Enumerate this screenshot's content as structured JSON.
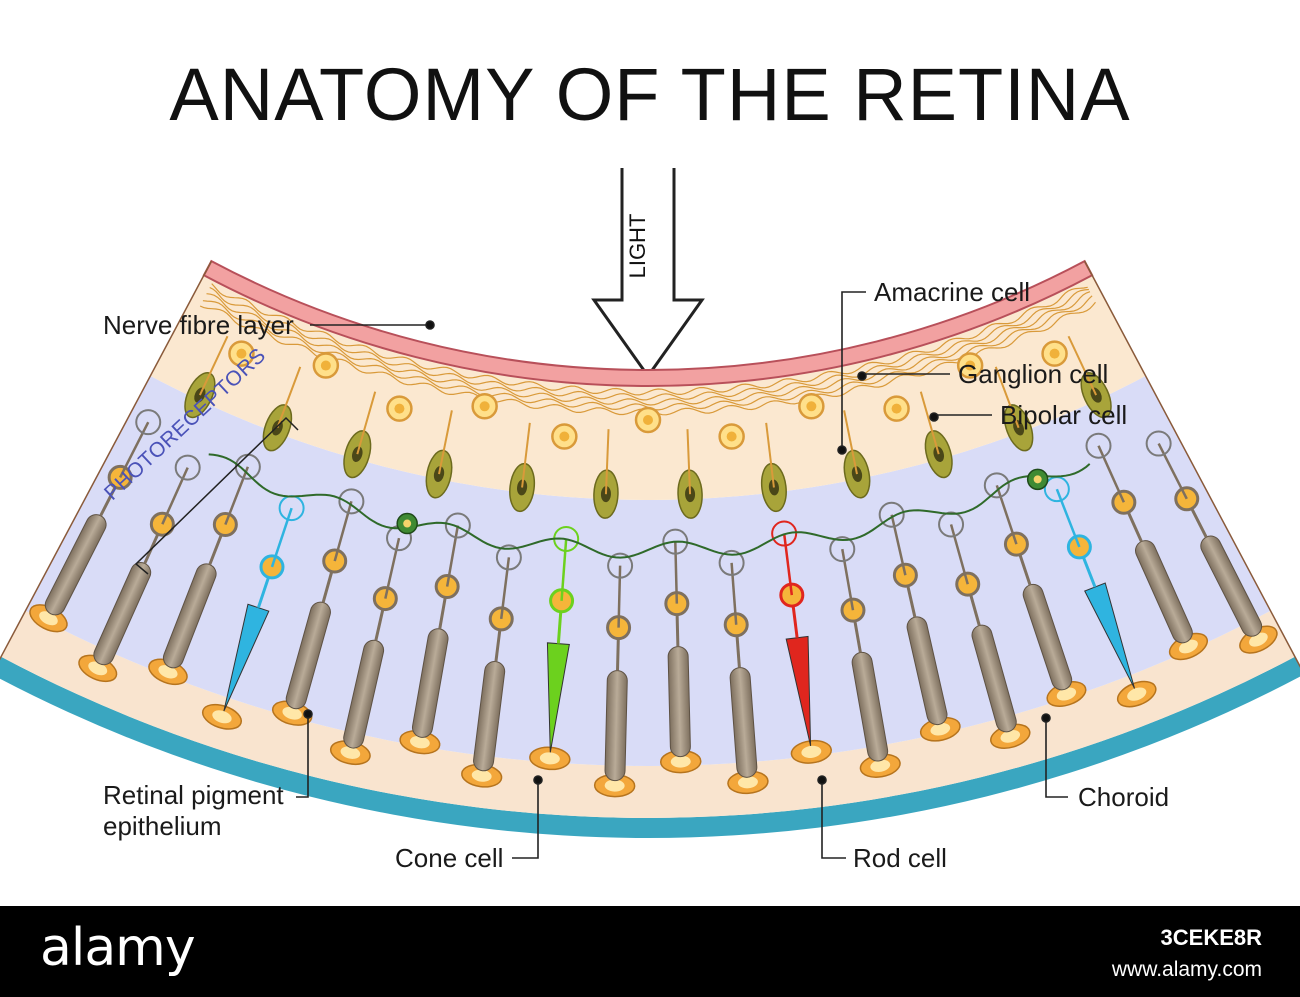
{
  "title": "ANATOMY OF THE RETINA",
  "light_label": "LIGHT",
  "photoreceptors_label": "PHOTORECEPTORS",
  "labels": {
    "nerve_fibre_layer": "Nerve fibre layer",
    "amacrine_cell": "Amacrine cell",
    "ganglion_cell": "Ganglion cell",
    "bipolar_cell": "Bipolar cell",
    "retinal_pigment_line1": "Retinal pigment",
    "retinal_pigment_line2": "epithelium",
    "choroid": "Choroid",
    "cone_cell": "Cone cell",
    "rod_cell": "Rod cell"
  },
  "footer": {
    "logo": "alamy",
    "stock_id": "3CEKE8R",
    "url": "www.alamy.com"
  },
  "colors": {
    "nerve_fibre": "#f2a1a1",
    "ganglion_layer": "#fbe8d0",
    "photoreceptor_layer": "#d9dcf7",
    "pigment_epithelium": "#f9e4cf",
    "choroid": "#3aa6c0",
    "rod": "#9a8a78",
    "cone_blue": "#2fb4e0",
    "cone_green": "#6cd11e",
    "cone_red": "#e0261e",
    "nucleus": "#f5b53a",
    "bipolar": "#a8a43a",
    "fibre": "#d99a3a"
  },
  "icons": {
    "arrow": "down-arrow-icon"
  }
}
